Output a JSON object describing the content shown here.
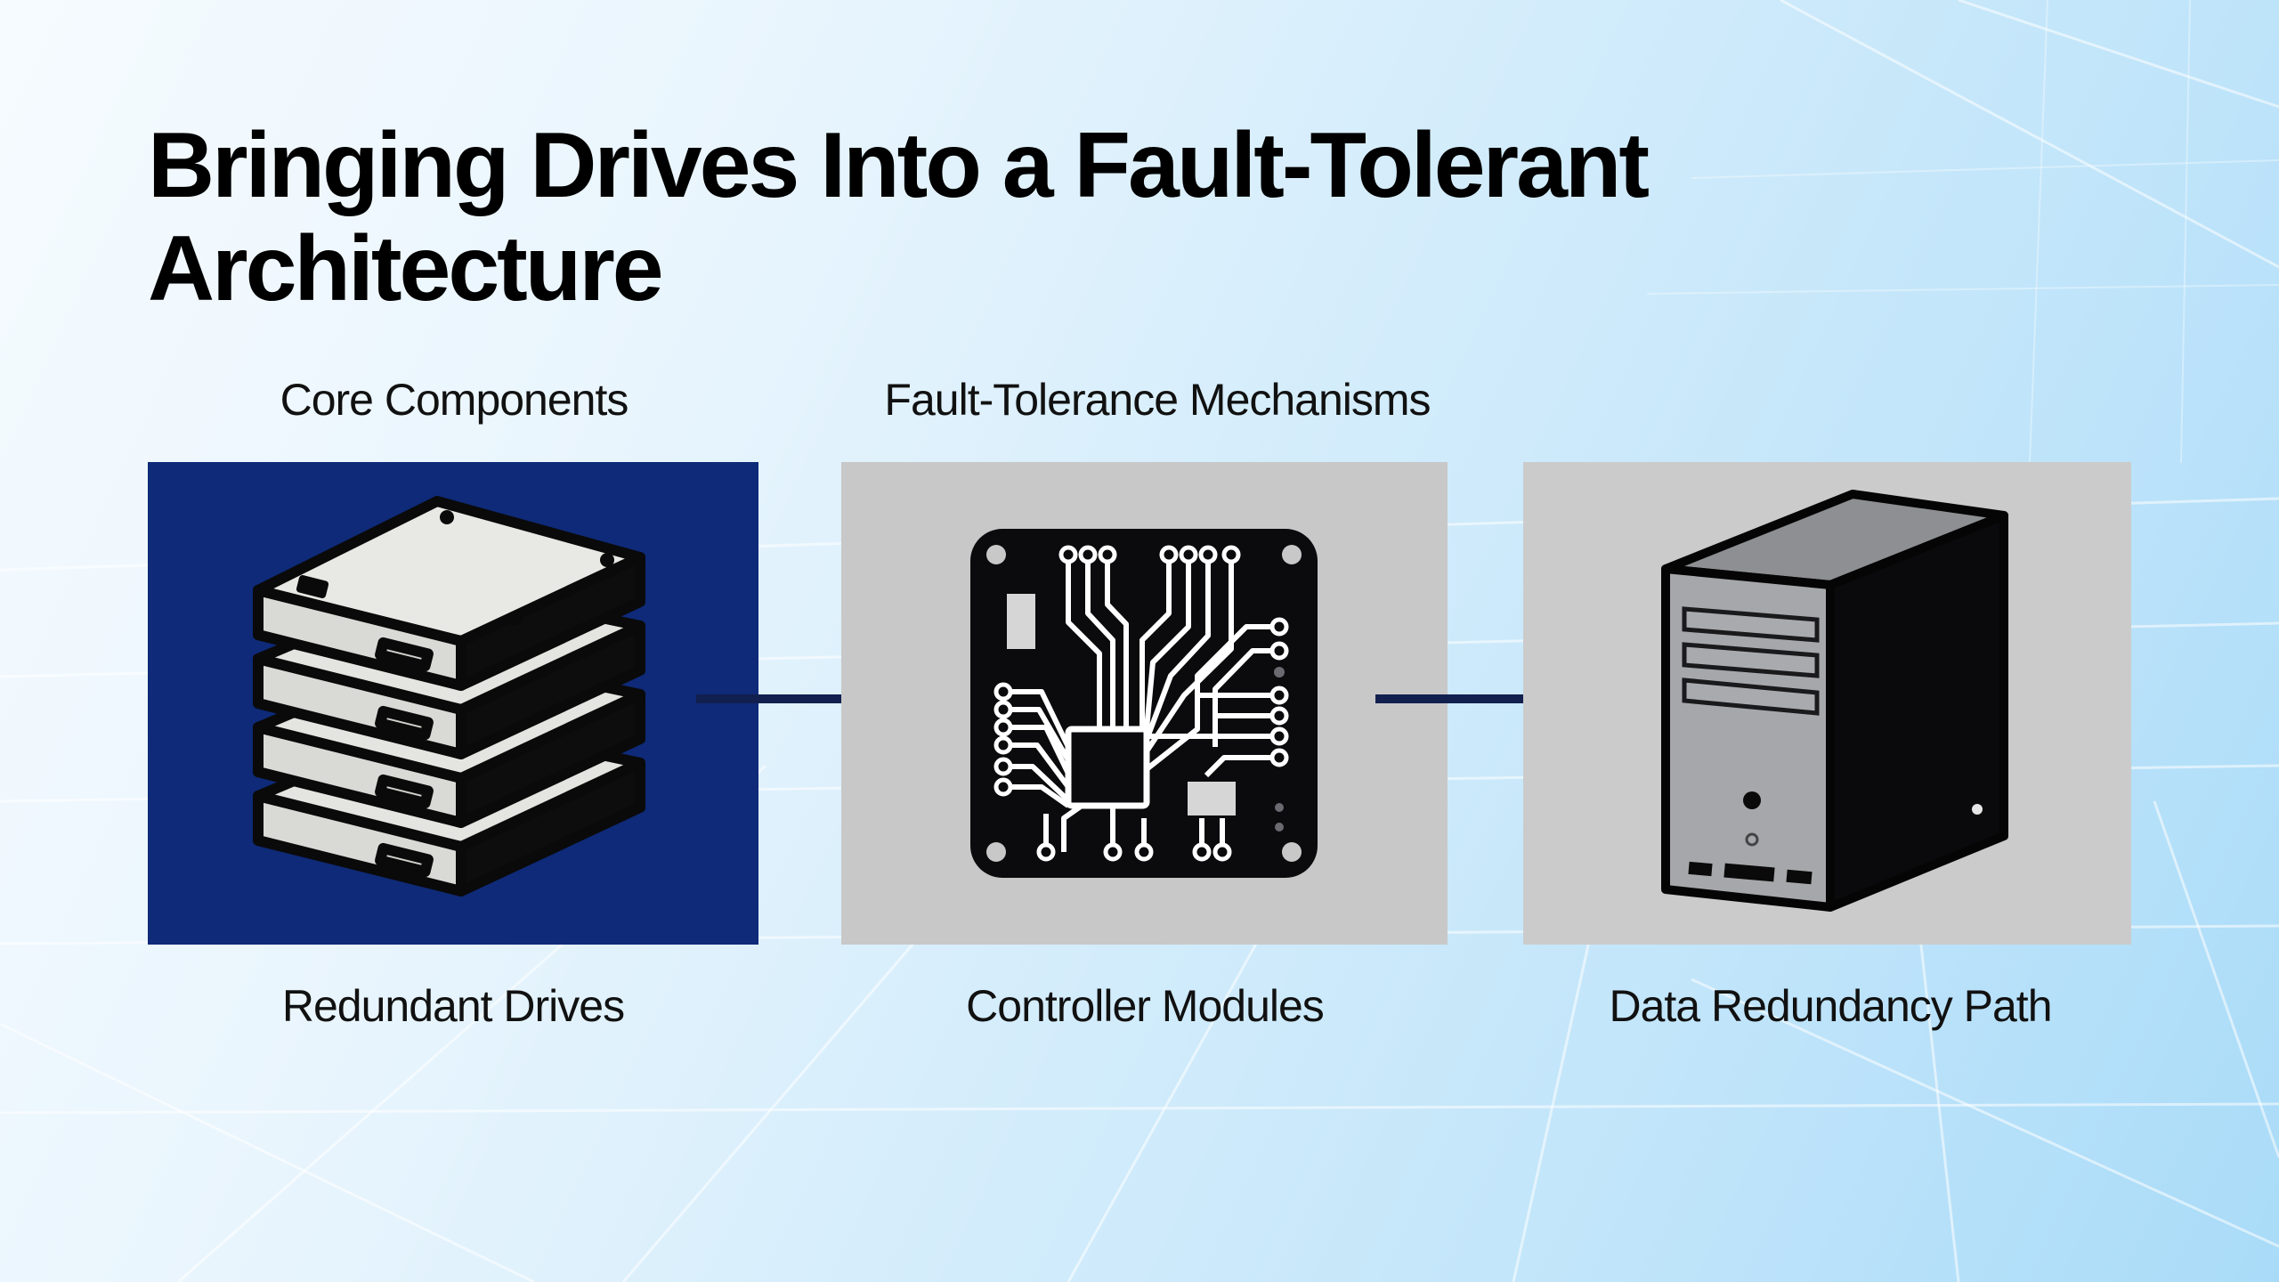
{
  "slide": {
    "title": "Bringing Drives Into a Fault-Tolerant Architecture"
  },
  "section_labels": {
    "core": "Core Components",
    "fault_tolerance": "Fault-Tolerance Mechanisms"
  },
  "panels": [
    {
      "caption": "Redundant Drives",
      "icon": "stacked-drives-icon",
      "background": "#0e2a78"
    },
    {
      "caption": "Controller Modules",
      "icon": "circuit-board-icon",
      "background": "#c8c8c9"
    },
    {
      "caption": "Data Redundancy Path",
      "icon": "server-tower-icon",
      "background": "#cbcbcc"
    }
  ],
  "colors": {
    "accent_navy": "#0e2a78",
    "arrow": "#12204f",
    "ink": "#111111"
  }
}
